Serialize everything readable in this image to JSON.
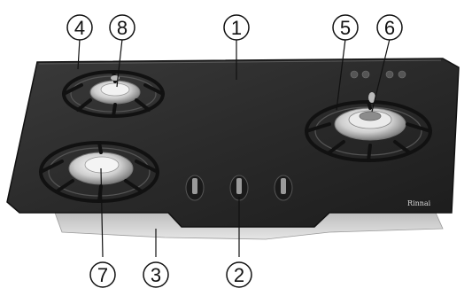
{
  "colors": {
    "glass": "#262626",
    "glass_edge": "#1a1a1a",
    "metal": "#d9d9d9",
    "metal_dark": "#8a8a8a",
    "grate": "#111111",
    "line": "#111111"
  },
  "brand": "Rinnai",
  "callouts": [
    {
      "id": "c1",
      "label": "1"
    },
    {
      "id": "c2",
      "label": "2"
    },
    {
      "id": "c3",
      "label": "3"
    },
    {
      "id": "c4",
      "label": "4"
    },
    {
      "id": "c5",
      "label": "5"
    },
    {
      "id": "c6",
      "label": "6"
    },
    {
      "id": "c7",
      "label": "7"
    },
    {
      "id": "c8",
      "label": "8"
    }
  ]
}
